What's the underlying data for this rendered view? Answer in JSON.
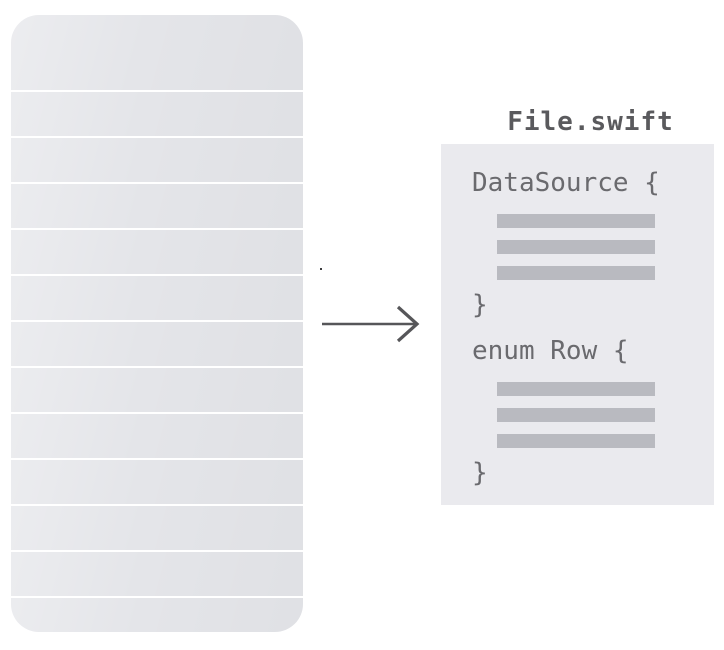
{
  "illustration": {
    "table_view": {
      "row_count": 12
    },
    "arrow": {
      "icon": "right-arrow"
    },
    "file_card": {
      "title": "File.swift",
      "code_lines": [
        {
          "kind": "code",
          "text": "DataSource {"
        },
        {
          "kind": "placeholder"
        },
        {
          "kind": "placeholder"
        },
        {
          "kind": "placeholder"
        },
        {
          "kind": "code",
          "text": "}"
        },
        {
          "kind": "code",
          "text": "enum Row {"
        },
        {
          "kind": "placeholder"
        },
        {
          "kind": "placeholder"
        },
        {
          "kind": "placeholder"
        },
        {
          "kind": "code",
          "text": "}"
        }
      ]
    },
    "colors": {
      "background": "#ffffff",
      "row_fill": "#e4e5e9",
      "separator": "#ffffff",
      "panel_fill": "#eaeaee",
      "placeholder_bar": "#b9bac0",
      "code_text": "#6a6a6e",
      "title_text": "#5a5a5d",
      "arrow": "#565659"
    }
  }
}
